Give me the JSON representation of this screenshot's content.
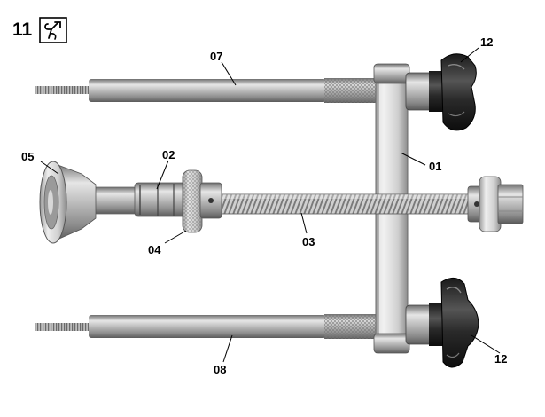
{
  "figure": {
    "number": "11",
    "icon": "special-tool-icon"
  },
  "callouts": [
    {
      "id": "c07",
      "label": "07"
    },
    {
      "id": "c12a",
      "label": "12"
    },
    {
      "id": "c05",
      "label": "05"
    },
    {
      "id": "c02",
      "label": "02"
    },
    {
      "id": "c01",
      "label": "01"
    },
    {
      "id": "c04",
      "label": "04"
    },
    {
      "id": "c03",
      "label": "03"
    },
    {
      "id": "c08",
      "label": "08"
    },
    {
      "id": "c12b",
      "label": "12"
    }
  ]
}
